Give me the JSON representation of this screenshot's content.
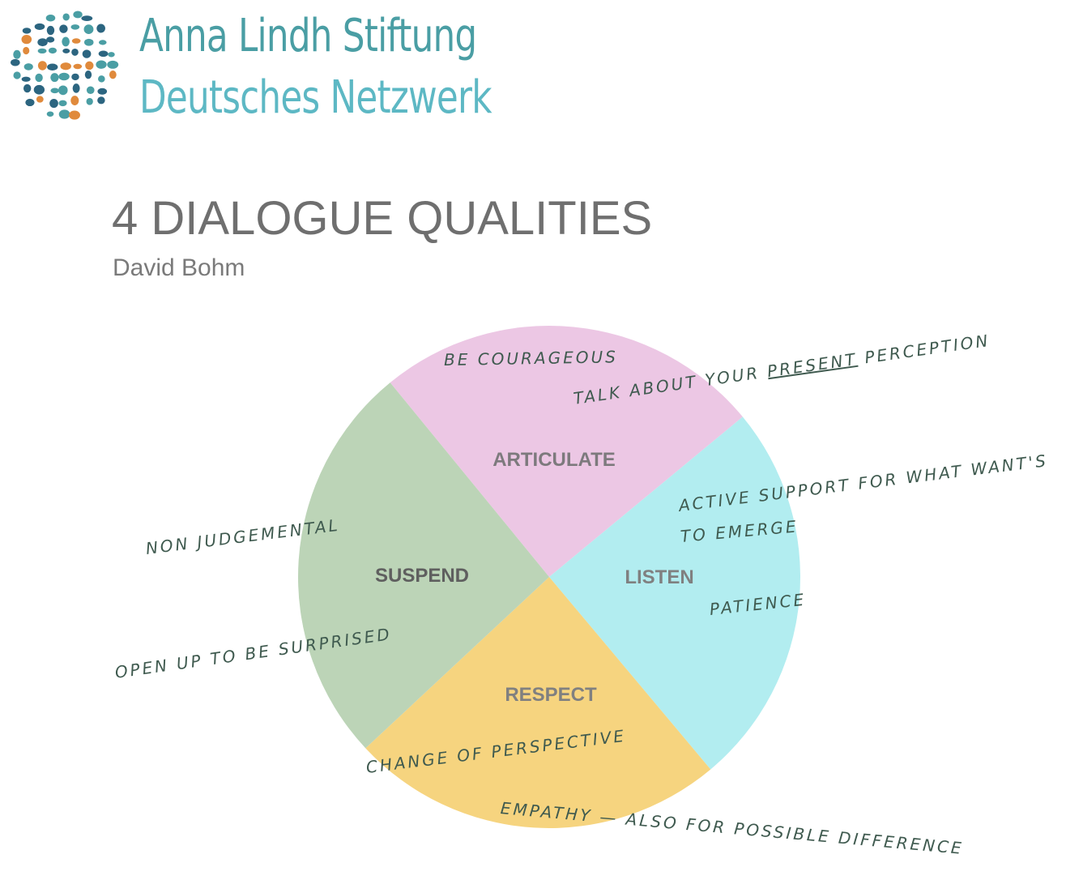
{
  "logo": {
    "line1": "Anna Lindh Stiftung",
    "line2": "Deutsches Netzwerk",
    "colors": {
      "teal": "#4a9ea4",
      "dark": "#2c6580",
      "orange": "#e08a3c"
    }
  },
  "header": {
    "title": "4 DIALOGUE QUALITIES",
    "subtitle": "David Bohm"
  },
  "segments": [
    {
      "label": "ARTICULATE",
      "color": "#ecc7e4"
    },
    {
      "label": "LISTEN",
      "color": "#b2edf0"
    },
    {
      "label": "RESPECT",
      "color": "#f6d47f"
    },
    {
      "label": "SUSPEND",
      "color": "#bcd4b7"
    }
  ],
  "notes": {
    "be_courageous": "BE COURAGEOUS",
    "talk_pre": "TALK ABOUT YOUR ",
    "talk_present": "PRESENT",
    "talk_post": " PERCEPTION",
    "active_support_1": "ACTIVE SUPPORT FOR WHAT WANT'S",
    "active_support_2": "TO EMERGE",
    "patience": "PATIENCE",
    "non_judgemental": "NON JUDGEMENTAL",
    "open_up": "OPEN UP TO BE SURPRISED",
    "change_perspective": "CHANGE OF PERSPECTIVE",
    "empathy": "EMPATHY — ALSO FOR POSSIBLE DIFFERENCE"
  }
}
